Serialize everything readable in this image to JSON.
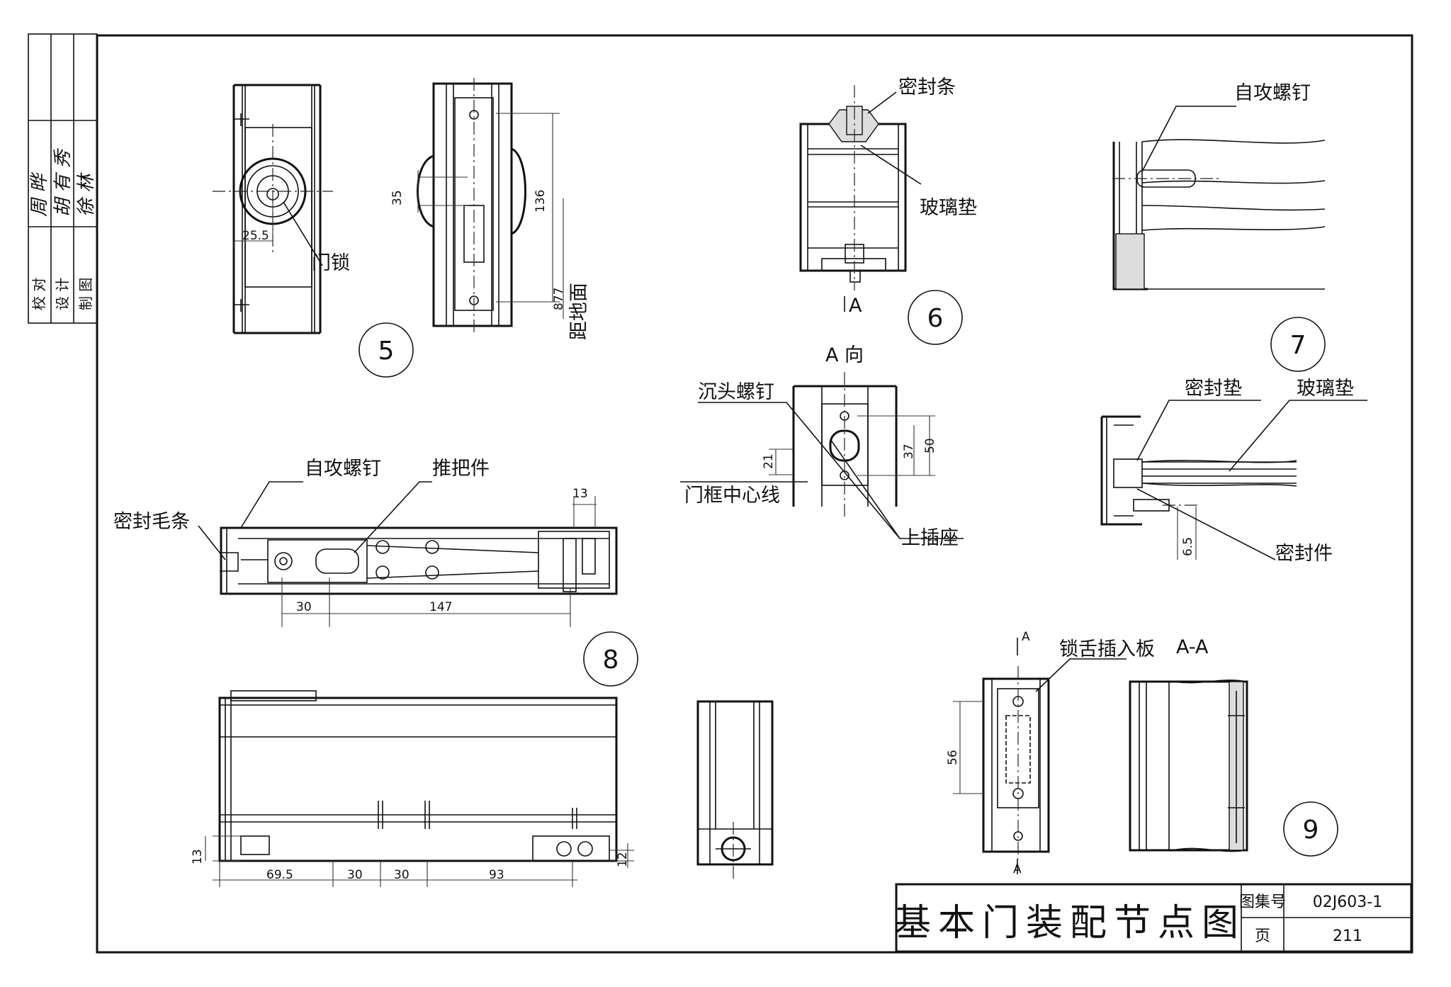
{
  "labels": {
    "door_lock": "门锁",
    "from_floor": "距地面",
    "seal_strip": "密封条",
    "glass_pad_6": "玻璃垫",
    "section_a_6": "A",
    "self_tap_screw_7": "自攻螺钉",
    "a_view": "A 向",
    "countersunk_screw": "沉头螺钉",
    "frame_centerline": "门框中心线",
    "upper_socket": "上插座",
    "seal_pad": "密封垫",
    "glass_pad_7": "玻璃垫",
    "seal_piece": "密封件",
    "self_tap_screw_8": "自攻螺钉",
    "push_handle": "推把件",
    "seal_brush": "密封毛条",
    "latch_plate": "锁舌插入板",
    "section_aa": "A-A",
    "section_mark_top": "A",
    "section_mark_bottom": "A"
  },
  "details": {
    "d5": "5",
    "d6": "6",
    "d7": "7",
    "d8": "8",
    "d9": "9"
  },
  "dims": {
    "d5_w": "25.5",
    "d5_35": "35",
    "d5_136": "136",
    "d5_877": "877",
    "a21": "21",
    "a37": "37",
    "a50": "50",
    "d7_65": "6.5",
    "d8_13": "13",
    "d8_30": "30",
    "d8_147": "147",
    "b_13": "13",
    "b_695": "69.5",
    "b_30a": "30",
    "b_30b": "30",
    "b_93": "93",
    "b_12": "12",
    "d9_56": "56"
  },
  "title_block": {
    "title": "基本门装配节点图",
    "atlas_label": "图集号",
    "atlas_no": "02J603-1",
    "page_label": "页",
    "page_no": "211"
  },
  "signature_block": {
    "roles": [
      "校 对",
      "设 计",
      "制 图"
    ],
    "names": [
      "周 晔 ",
      "胡 有 秀",
      "徐 林"
    ]
  }
}
